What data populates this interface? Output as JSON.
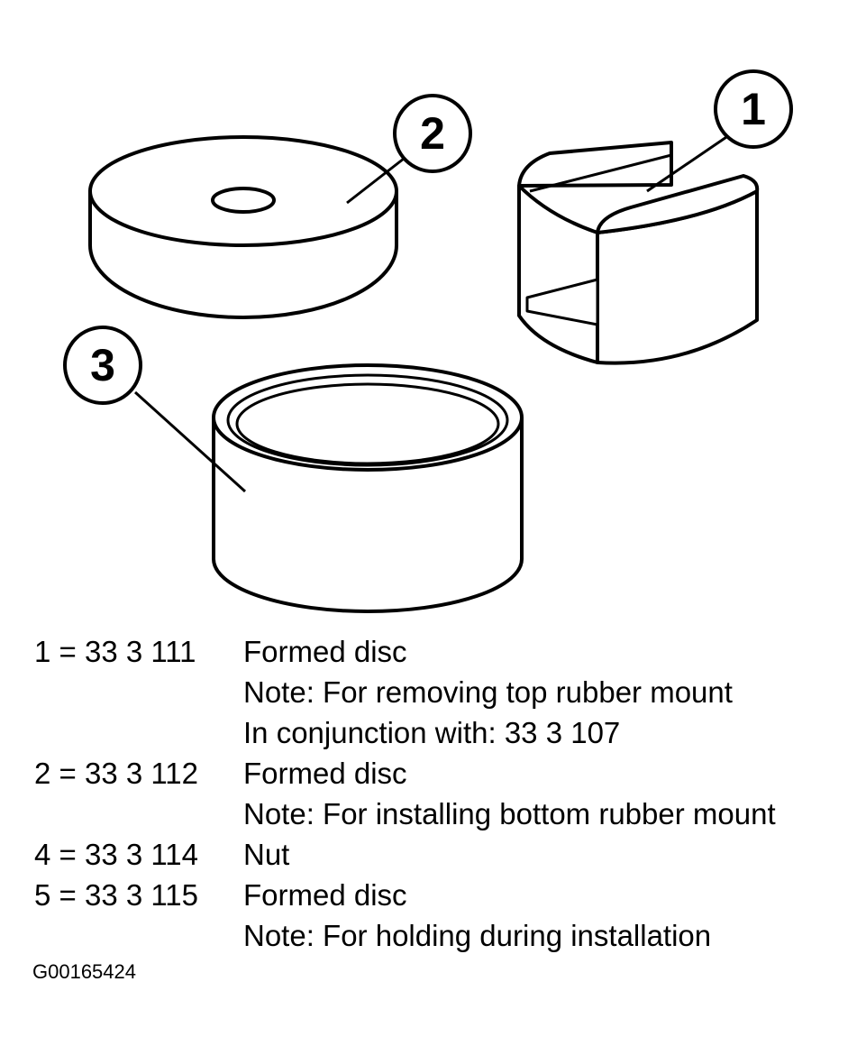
{
  "callouts": {
    "part1": "1",
    "part2": "2",
    "part3": "3"
  },
  "legend": [
    {
      "key": "1 = 33 3 111",
      "desc": "Formed disc"
    },
    {
      "key": "",
      "desc": "Note: For removing top rubber mount"
    },
    {
      "key": "",
      "desc": "In conjunction with: 33 3 107"
    },
    {
      "key": "2 = 33 3 112",
      "desc": "Formed disc"
    },
    {
      "key": "",
      "desc": "Note: For installing bottom rubber mount"
    },
    {
      "key": "4 = 33 3 114",
      "desc": "Nut"
    },
    {
      "key": "5 = 33 3 115",
      "desc": "Formed disc"
    },
    {
      "key": "",
      "desc": "Note: For holding during installation"
    }
  ],
  "figure_code": "G00165424"
}
